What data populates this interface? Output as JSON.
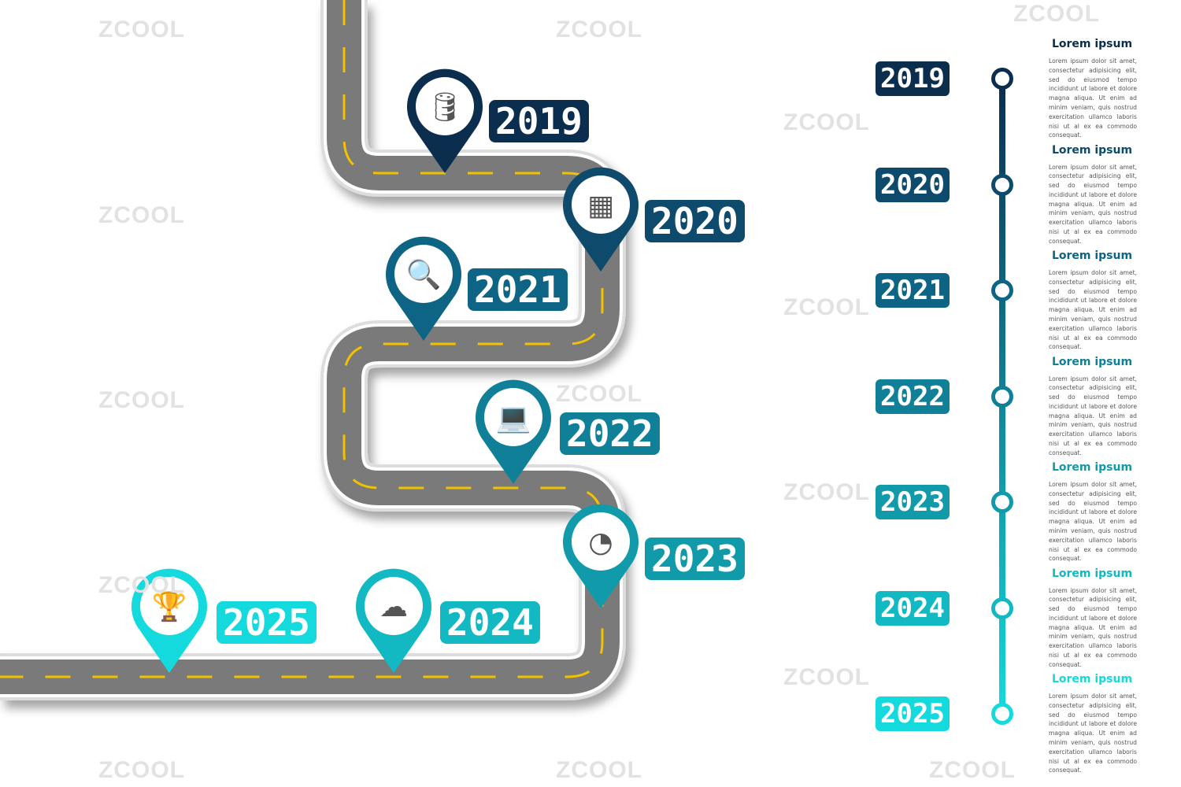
{
  "watermark": "ZCOOL",
  "milestones": [
    {
      "year": "2019",
      "icon": "database-icon",
      "color": "#0b2d4e",
      "title": "Lorem ipsum",
      "text": "Lorem ipsum dolor sit amet, consectetur adipisicing elit, sed do eiusmod tempo incididunt ut labore et dolore magna aliqua. Ut enim ad minim veniam, quis nostrud exercitation ullamco laboris nisi ut al ex ea commodo consequat."
    },
    {
      "year": "2020",
      "icon": "server-icon",
      "color": "#0d4a6c",
      "title": "Lorem ipsum",
      "text": "Lorem ipsum dolor sit amet, consectetur adipisicing elit, sed do eiusmod tempo incididunt ut labore et dolore magna aliqua. Ut enim ad minim veniam, quis nostrud exercitation ullamco laboris nisi ut al ex ea commodo consequat."
    },
    {
      "year": "2021",
      "icon": "search-list-icon",
      "color": "#0e6484",
      "title": "Lorem ipsum",
      "text": "Lorem ipsum dolor sit amet, consectetur adipisicing elit, sed do eiusmod tempo incididunt ut labore et dolore magna aliqua. Ut enim ad minim veniam, quis nostrud exercitation ullamco laboris nisi ut al ex ea commodo consequat."
    },
    {
      "year": "2022",
      "icon": "laptop-chart-icon",
      "color": "#0f8098",
      "title": "Lorem ipsum",
      "text": "Lorem ipsum dolor sit amet, consectetur adipisicing elit, sed do eiusmod tempo incididunt ut labore et dolore magna aliqua. Ut enim ad minim veniam, quis nostrud exercitation ullamco laboris nisi ut al ex ea commodo consequat."
    },
    {
      "year": "2023",
      "icon": "pie-chart-icon",
      "color": "#119aa9",
      "title": "Lorem ipsum",
      "text": "Lorem ipsum dolor sit amet, consectetur adipisicing elit, sed do eiusmod tempo incididunt ut labore et dolore magna aliqua. Ut enim ad minim veniam, quis nostrud exercitation ullamco laboris nisi ut al ex ea commodo consequat."
    },
    {
      "year": "2024",
      "icon": "cloud-gear-icon",
      "color": "#12b8c2",
      "title": "Lorem ipsum",
      "text": "Lorem ipsum dolor sit amet, consectetur adipisicing elit, sed do eiusmod tempo incididunt ut labore et dolore magna aliqua. Ut enim ad minim veniam, quis nostrud exercitation ullamco laboris nisi ut al ex ea commodo consequat."
    },
    {
      "year": "2025",
      "icon": "trophy-icon",
      "color": "#14dade",
      "title": "Lorem ipsum",
      "text": "Lorem ipsum dolor sit amet, consectetur adipisicing elit, sed do eiusmod tempo incididunt ut labore et dolore magna aliqua. Ut enim ad minim veniam, quis nostrud exercitation ullamco laboris nisi ut al ex ea commodo consequat."
    }
  ]
}
